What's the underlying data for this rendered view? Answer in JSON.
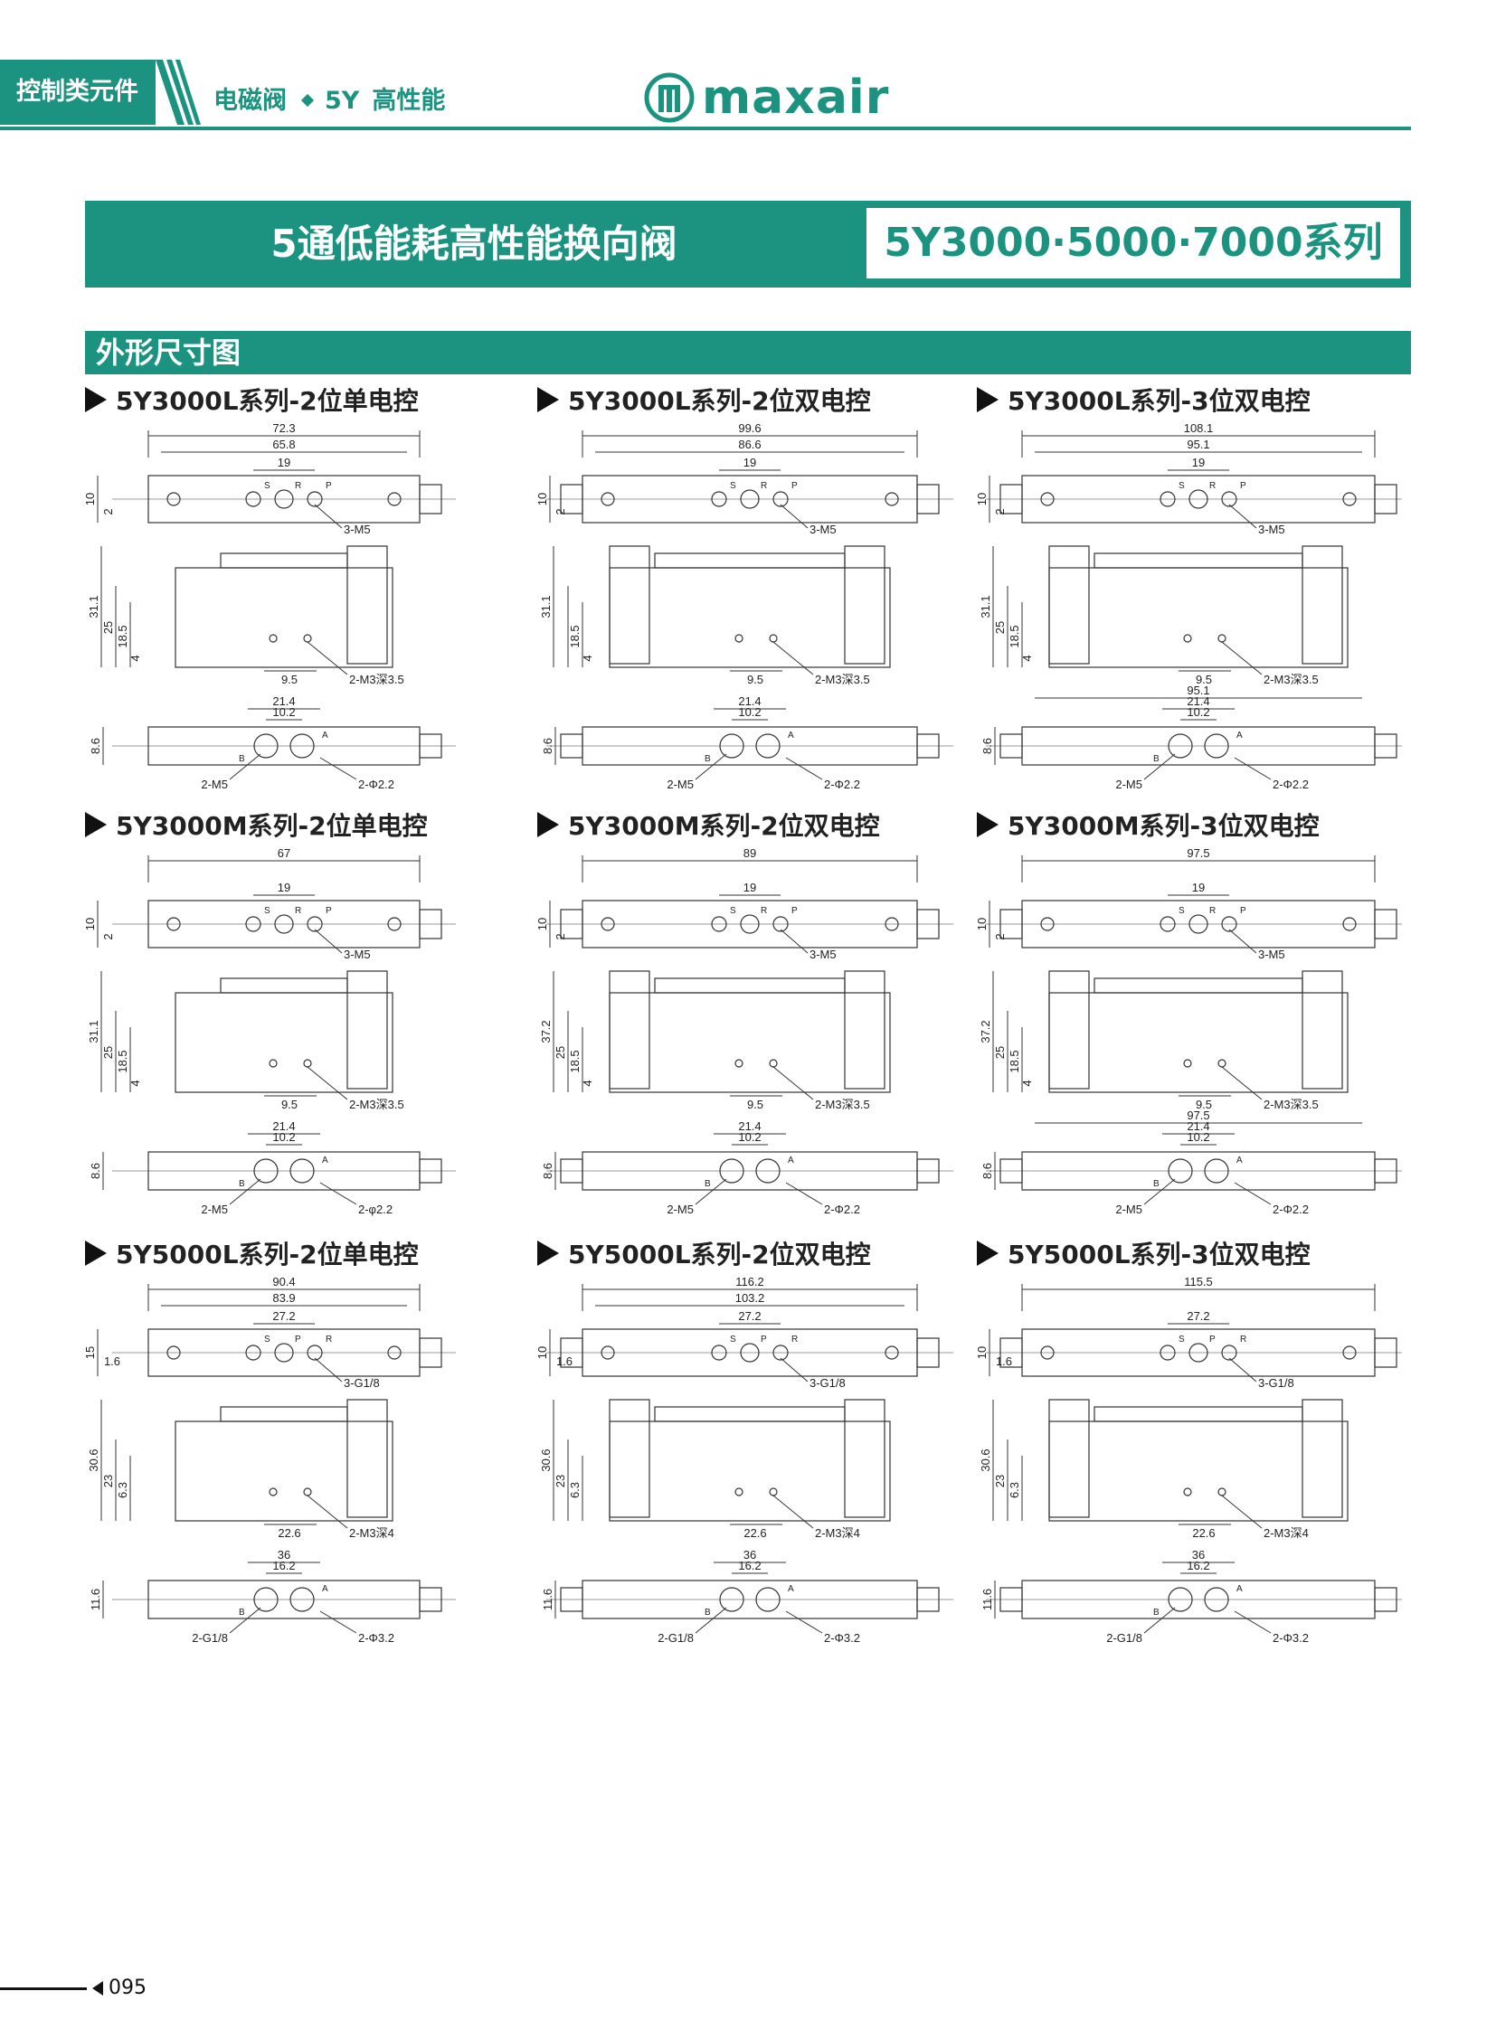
{
  "header": {
    "category": "控制类元件",
    "crumb_main": "电磁阀",
    "crumb_series": "5Y",
    "crumb_sub": "高性能",
    "logo_text": "maxair",
    "brand_color": "#1b9380"
  },
  "banner": {
    "title": "5通低能耗高性能换向阀",
    "series": "5Y3000·5000·7000系列"
  },
  "section_title": "外形尺寸图",
  "drawings": [
    {
      "title": "5Y3000L系列-2位单电控",
      "top": {
        "w": "72.3",
        "w2": "65.8",
        "pitch": "19",
        "h": "10",
        "h2": "2",
        "port": "3-M5",
        "ports": [
          "S",
          "R",
          "P"
        ]
      },
      "side": {
        "h1": "31.1",
        "h2": "25",
        "h3": "18.5",
        "h4": "4",
        "pitch": "9.5",
        "hole": "2-M3深3.5"
      },
      "bottom": {
        "w": "",
        "d1": "21.4",
        "d2": "10.2",
        "h": "8.6",
        "port": "2-M5",
        "hole": "2-Φ2.2",
        "ports": [
          "A",
          "B"
        ]
      }
    },
    {
      "title": "5Y3000L系列-2位双电控",
      "top": {
        "w": "99.6",
        "w2": "86.6",
        "pitch": "19",
        "h": "10",
        "h2": "2",
        "port": "3-M5",
        "ports": [
          "S",
          "R",
          "P"
        ]
      },
      "side": {
        "h1": "31.1",
        "h2": "",
        "h3": "18.5",
        "h4": "4",
        "pitch": "9.5",
        "hole": "2-M3深3.5"
      },
      "bottom": {
        "w": "",
        "d1": "21.4",
        "d2": "10.2",
        "h": "8.6",
        "port": "2-M5",
        "hole": "2-Φ2.2",
        "ports": [
          "A",
          "B"
        ]
      }
    },
    {
      "title": "5Y3000L系列-3位双电控",
      "top": {
        "w": "108.1",
        "w2": "95.1",
        "pitch": "19",
        "h": "10",
        "h2": "2",
        "port": "3-M5",
        "ports": [
          "S",
          "R",
          "P"
        ]
      },
      "side": {
        "h1": "31.1",
        "h2": "25",
        "h3": "18.5",
        "h4": "4",
        "pitch": "9.5",
        "hole": "2-M3深3.5"
      },
      "bottom": {
        "w": "95.1",
        "d1": "21.4",
        "d2": "10.2",
        "h": "8.6",
        "port": "2-M5",
        "hole": "2-Φ2.2",
        "ports": [
          "A",
          "B"
        ]
      }
    },
    {
      "title": "5Y3000M系列-2位单电控",
      "top": {
        "w": "67",
        "w2": "",
        "pitch": "19",
        "h": "10",
        "h2": "2",
        "port": "3-M5",
        "ports": [
          "S",
          "R",
          "P"
        ]
      },
      "side": {
        "h1": "31.1",
        "h2": "25",
        "h3": "18.5",
        "h4": "4",
        "pitch": "9.5",
        "hole": "2-M3深3.5"
      },
      "bottom": {
        "w": "",
        "d1": "21.4",
        "d2": "10.2",
        "h": "8.6",
        "port": "2-M5",
        "hole": "2-φ2.2",
        "ports": [
          "A",
          "B"
        ]
      }
    },
    {
      "title": "5Y3000M系列-2位双电控",
      "top": {
        "w": "89",
        "w2": "",
        "pitch": "19",
        "h": "10",
        "h2": "2",
        "port": "3-M5",
        "ports": [
          "S",
          "R",
          "P"
        ]
      },
      "side": {
        "h1": "37.2",
        "h2": "25",
        "h3": "18.5",
        "h4": "4",
        "pitch": "9.5",
        "hole": "2-M3深3.5"
      },
      "bottom": {
        "w": "",
        "d1": "21.4",
        "d2": "10.2",
        "h": "8.6",
        "port": "2-M5",
        "hole": "2-Φ2.2",
        "ports": [
          "A",
          "B"
        ]
      }
    },
    {
      "title": "5Y3000M系列-3位双电控",
      "top": {
        "w": "97.5",
        "w2": "",
        "pitch": "19",
        "h": "10",
        "h2": "2",
        "port": "3-M5",
        "ports": [
          "S",
          "R",
          "P"
        ]
      },
      "side": {
        "h1": "37.2",
        "h2": "25",
        "h3": "18.5",
        "h4": "4",
        "pitch": "9.5",
        "hole": "2-M3深3.5"
      },
      "bottom": {
        "w": "97.5",
        "d1": "21.4",
        "d2": "10.2",
        "h": "8.6",
        "port": "2-M5",
        "hole": "2-Φ2.2",
        "ports": [
          "A",
          "B"
        ]
      }
    },
    {
      "title": "5Y5000L系列-2位单电控",
      "top": {
        "w": "90.4",
        "w2": "83.9",
        "pitch": "27.2",
        "h": "15",
        "h2": "1.6",
        "port": "3-G1/8",
        "ports": [
          "S",
          "P",
          "R"
        ]
      },
      "side": {
        "h1": "30.6",
        "h2": "23",
        "h3": "6.3",
        "h4": "",
        "pitch": "22.6",
        "hole": "2-M3深4"
      },
      "bottom": {
        "w": "",
        "d1": "36",
        "d2": "16.2",
        "h": "11.6",
        "port": "2-G1/8",
        "hole": "2-Φ3.2",
        "ports": [
          "A",
          "B"
        ]
      }
    },
    {
      "title": "5Y5000L系列-2位双电控",
      "top": {
        "w": "116.2",
        "w2": "103.2",
        "pitch": "27.2",
        "h": "10",
        "h2": "1.6",
        "port": "3-G1/8",
        "ports": [
          "S",
          "P",
          "R"
        ]
      },
      "side": {
        "h1": "30.6",
        "h2": "23",
        "h3": "6.3",
        "h4": "",
        "pitch": "22.6",
        "hole": "2-M3深4"
      },
      "bottom": {
        "w": "",
        "d1": "36",
        "d2": "16.2",
        "h": "11.6",
        "port": "2-G1/8",
        "hole": "2-Φ3.2",
        "ports": [
          "A",
          "B"
        ]
      }
    },
    {
      "title": "5Y5000L系列-3位双电控",
      "top": {
        "w": "115.5",
        "w2": "",
        "pitch": "27.2",
        "h": "10",
        "h2": "1.6",
        "port": "3-G1/8",
        "ports": [
          "S",
          "P",
          "R"
        ]
      },
      "side": {
        "h1": "30.6",
        "h2": "23",
        "h3": "6.3",
        "h4": "",
        "pitch": "22.6",
        "hole": "2-M3深4"
      },
      "bottom": {
        "w": "",
        "d1": "36",
        "d2": "16.2",
        "h": "11.6",
        "port": "2-G1/8",
        "hole": "2-Φ3.2",
        "ports": [
          "A",
          "B"
        ]
      }
    }
  ],
  "footer": {
    "page_number": "095"
  }
}
